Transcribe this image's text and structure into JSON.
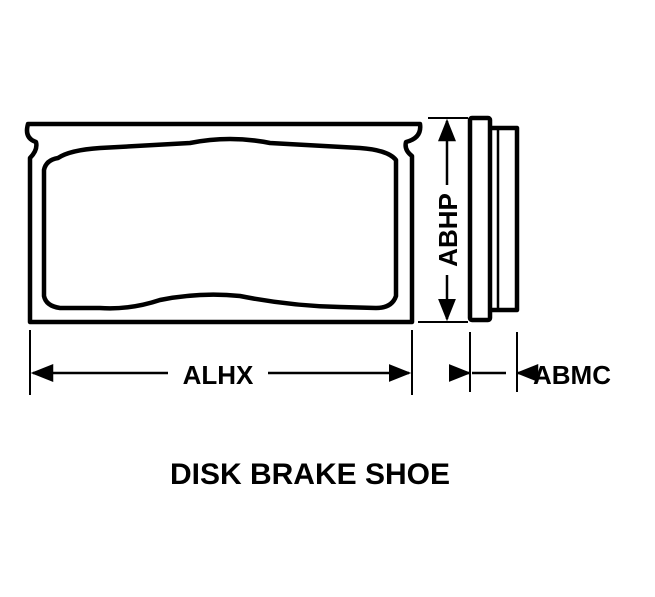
{
  "title": "DISK BRAKE SHOE",
  "dimensions": {
    "length_code": "ALHX",
    "height_code": "ABHP",
    "thickness_code": "ABMC"
  },
  "colors": {
    "ink": "#000000",
    "background": "#ffffff"
  }
}
